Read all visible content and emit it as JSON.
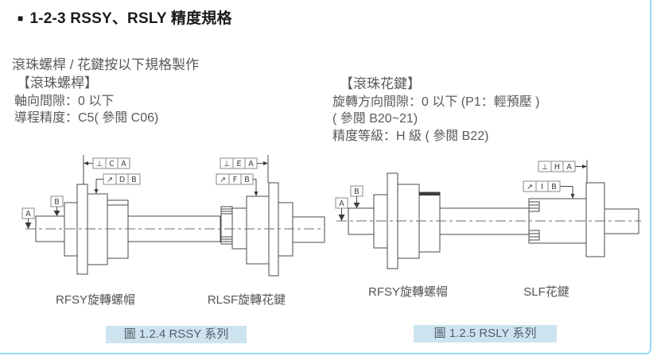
{
  "page": {
    "bullet": "■",
    "title": "1-2-3 RSSY、RSLY 精度規格",
    "intro": "滾珠螺桿 / 花鍵按以下規格製作"
  },
  "colors": {
    "accent_border": "#96d9f4",
    "caption_bg": "#cde4f0",
    "body_text": "#595959",
    "title_text": "#1a1a1a",
    "drawing_line": "#4a4a4a"
  },
  "specs": {
    "ballscrew": {
      "heading": "【滾珠螺桿】",
      "line1": "軸向間隙：0 以下",
      "line2": "導程精度：C5( 參閱 C06)"
    },
    "spline": {
      "heading": "【滾珠花鍵】",
      "line1": "旋轉方向間隙：0 以下 (P1：輕預壓 )",
      "line2": "( 參閱 B20~21)",
      "line3": "精度等級：H 級 ( 參閱 B22)"
    }
  },
  "fig_rssy": {
    "datum_a": "A",
    "datum_b": "B",
    "frames": {
      "f1": {
        "sym": "⊥",
        "tol": "C",
        "ref": "A"
      },
      "f2": {
        "sym": "↗",
        "tol": "D",
        "ref": "B"
      },
      "f3": {
        "sym": "⊥",
        "tol": "E",
        "ref": "A"
      },
      "f4": {
        "sym": "↗",
        "tol": "F",
        "ref": "B"
      }
    },
    "label_left": "RFSY旋轉螺帽",
    "label_right": "RLSF旋轉花鍵",
    "caption": "圖 1.2.4 RSSY 系列"
  },
  "fig_rsly": {
    "datum_a": "A",
    "datum_b": "B",
    "frames": {
      "f1": {
        "sym": "⊥",
        "tol": "H",
        "ref": "A"
      },
      "f2": {
        "sym": "↗",
        "tol": "I",
        "ref": "B"
      }
    },
    "label_left": "RFSY旋轉螺帽",
    "label_right": "SLF花鍵",
    "caption": "圖 1.2.5 RSLY 系列"
  }
}
